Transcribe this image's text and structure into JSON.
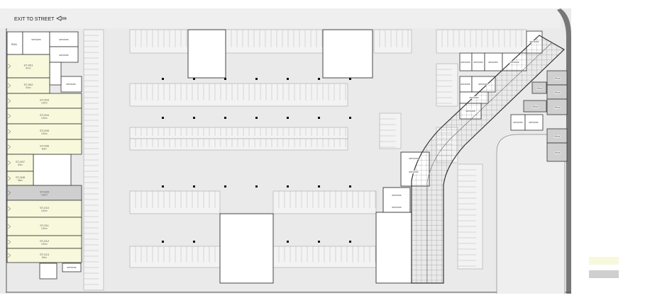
{
  "plan": {
    "exit_label": "EXIT TO STREET",
    "rmu_label": "RMU",
    "services_label": "services",
    "office_label": "Office",
    "units": [
      {
        "id": "ST-001",
        "area": "60m²",
        "type": "retail"
      },
      {
        "id": "ST-002",
        "area": "50m²",
        "type": "retail"
      },
      {
        "id": "ST-003",
        "area": "120m²",
        "type": "retail"
      },
      {
        "id": "ST-004",
        "area": "120m²",
        "type": "retail"
      },
      {
        "id": "ST-005",
        "area": "120m²",
        "type": "retail"
      },
      {
        "id": "ST-006",
        "area": "80m²",
        "type": "retail"
      },
      {
        "id": "ST-007",
        "area": "40m²",
        "type": "retail"
      },
      {
        "id": "ST-008",
        "area": "38m²",
        "type": "retail"
      },
      {
        "id": "ST-009",
        "area": "130m²",
        "type": "occupied"
      },
      {
        "id": "ST-010",
        "area": "100m²",
        "type": "retail"
      },
      {
        "id": "ST-011",
        "area": "120m²",
        "type": "retail"
      },
      {
        "id": "ST-012",
        "area": "120m²",
        "type": "retail"
      },
      {
        "id": "ST-013",
        "area": "90m²",
        "type": "retail"
      }
    ]
  },
  "legend": {
    "available_color": "#f8f8dc",
    "occupied_color": "#cfcfcf"
  },
  "colors": {
    "plan_bg": "#eaeaea",
    "wall": "#333333"
  }
}
